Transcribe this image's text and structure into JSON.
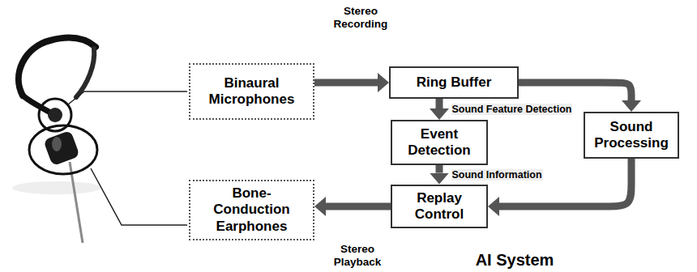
{
  "diagram": {
    "nodes": [
      {
        "text": [
          "Binaural Microphones"
        ]
      },
      {
        "text": [
          "AI System"
        ]
      },
      {
        "text": [
          "Ring Buffer"
        ],
        "in": 1
      },
      {
        "text": [
          "Event Detection"
        ],
        "in": 1
      },
      {
        "text": [
          "Sound Processing"
        ],
        "in": 1
      },
      {
        "text": [
          "Replay Control"
        ],
        "in": 1
      },
      {
        "text": [
          "Bone-Conduction Earphones"
        ]
      }
    ],
    "edges": [
      {
        "from": 0,
        "to": 2,
        "arrow": "to",
        "label": "Stereo Recording"
      },
      {
        "from": 2,
        "to": 3,
        "arrow": "to",
        "label": "Sound Feature Detection"
      },
      {
        "from": 2,
        "to": 4,
        "arrow": "to"
      },
      {
        "from": 3,
        "to": 5,
        "arrow": "to",
        "label": "Sound Information"
      },
      {
        "from": 4,
        "to": 5,
        "arrow": "to"
      },
      {
        "from": 5,
        "to": 6,
        "arrow": "to",
        "label": "Stereo Playback"
      }
    ]
  }
}
